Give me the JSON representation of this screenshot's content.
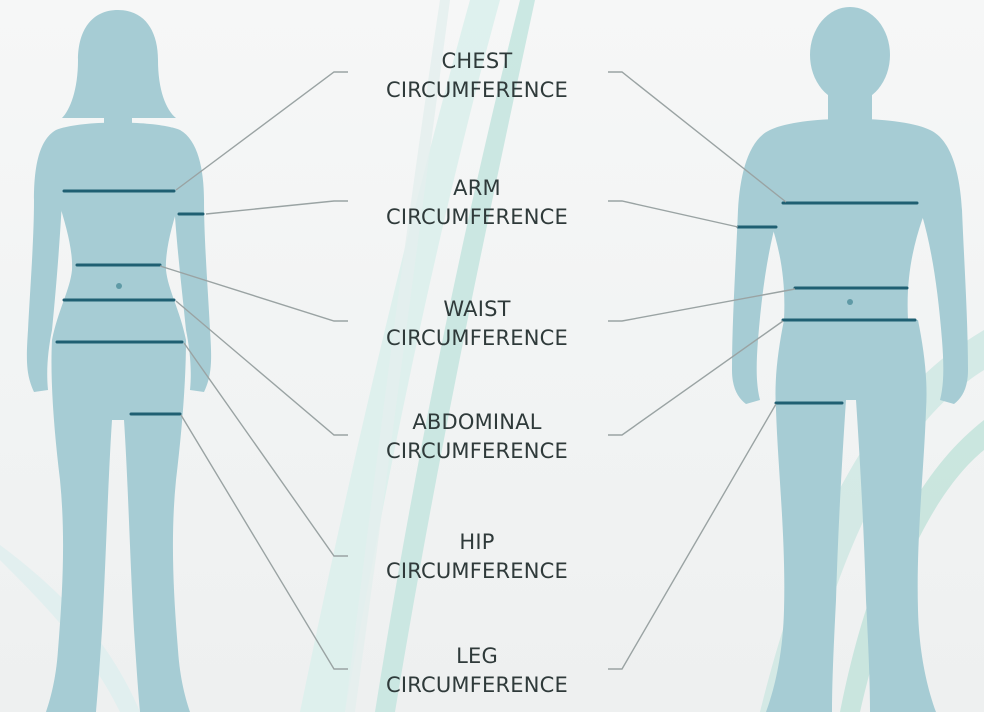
{
  "colors": {
    "silhouette": "#a6ccd4",
    "measure_line": "#1f5f72",
    "connector": "#9aa3a3",
    "label_text": "#2f3a3a",
    "swoosh_teal": "#bfe3dc",
    "swoosh_light": "#dcefec"
  },
  "figures": {
    "female": {
      "name": "female-silhouette"
    },
    "male": {
      "name": "male-silhouette"
    }
  },
  "measurements": [
    {
      "id": "chest",
      "line1": "CHEST",
      "line2": "CIRCUMFERENCE"
    },
    {
      "id": "arm",
      "line1": "ARM",
      "line2": "CIRCUMFERENCE"
    },
    {
      "id": "waist",
      "line1": "WAIST",
      "line2": "CIRCUMFERENCE"
    },
    {
      "id": "abdominal",
      "line1": "ABDOMINAL",
      "line2": "CIRCUMFERENCE"
    },
    {
      "id": "hip",
      "line1": "HIP",
      "line2": "CIRCUMFERENCE"
    },
    {
      "id": "leg",
      "line1": "LEG",
      "line2": "CIRCUMFERENCE"
    }
  ]
}
